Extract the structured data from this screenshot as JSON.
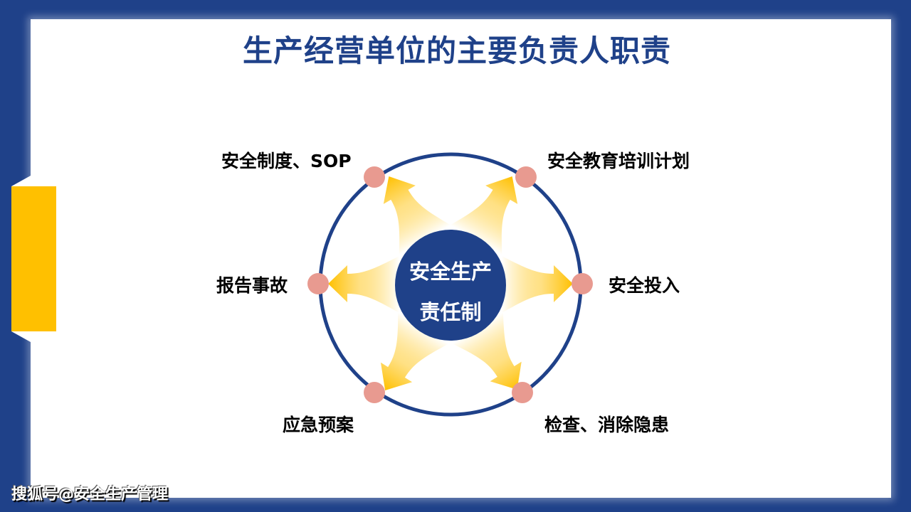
{
  "slide": {
    "title": "生产经营单位的主要负责人职责",
    "colors": {
      "frame": "#1F4189",
      "accent": "#FFC000",
      "ring": "#1F4189",
      "node": "#E89A90",
      "arrow": "#FFC000",
      "title": "#1F4189"
    }
  },
  "diagram": {
    "center": {
      "line1": "安全生产",
      "line2": "责任制"
    },
    "nodes": [
      {
        "position": "top-left",
        "label": "安全制度、SOP"
      },
      {
        "position": "top-right",
        "label": "安全教育培训计划"
      },
      {
        "position": "left",
        "label": "报告事故"
      },
      {
        "position": "right",
        "label": "安全投入"
      },
      {
        "position": "bottom-left",
        "label": "应急预案"
      },
      {
        "position": "bottom-right",
        "label": "检查、消除隐患"
      }
    ]
  },
  "watermark": {
    "text": "搜狐号@安全生产管理"
  }
}
